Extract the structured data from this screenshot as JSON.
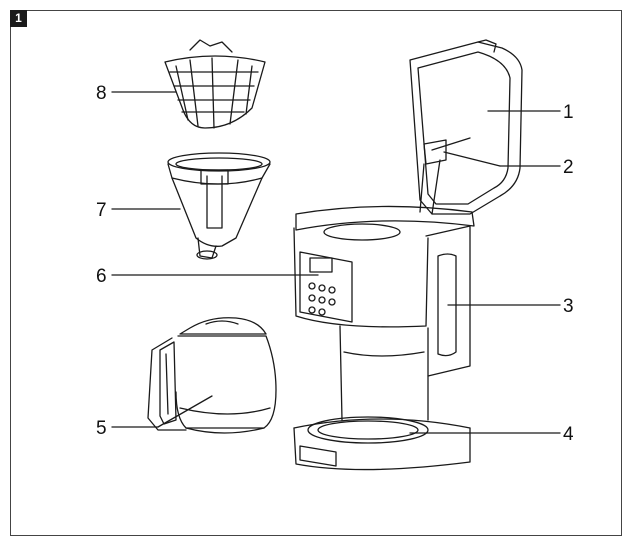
{
  "figure": {
    "badge": "1"
  },
  "callouts": [
    {
      "label": "1",
      "part": "lid"
    },
    {
      "label": "2",
      "part": "lid-hinge"
    },
    {
      "label": "3",
      "part": "water-level-window"
    },
    {
      "label": "4",
      "part": "warming-plate"
    },
    {
      "label": "5",
      "part": "carafe-handle"
    },
    {
      "label": "6",
      "part": "control-panel"
    },
    {
      "label": "7",
      "part": "filter-holder"
    },
    {
      "label": "8",
      "part": "permanent-filter"
    }
  ],
  "colors": {
    "line": "#1a1a1a",
    "frame": "#444444",
    "badge": "#1a1a1a"
  }
}
